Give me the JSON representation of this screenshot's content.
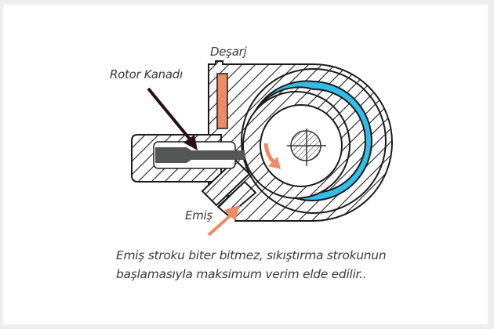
{
  "labels": {
    "discharge": "Deşarj",
    "rotor_vane": "Rotor Kanadı",
    "intake": "Emiş"
  },
  "caption": {
    "line1": "Emiş stroku biter bitmez, sıkıştırma strokunun",
    "line2": "başlamasıyla maksimum verim elde edilir.."
  },
  "colors": {
    "background": "#eeeeee",
    "panel": "#ffffff",
    "oil_chamber": "#35bdea",
    "vane_accent": "#ec8a66",
    "flow_arrow": "#ee8a66",
    "pointer_arrow": "#2a0f0f",
    "vane_body": "#555757",
    "outline": "#1a1a1a"
  }
}
